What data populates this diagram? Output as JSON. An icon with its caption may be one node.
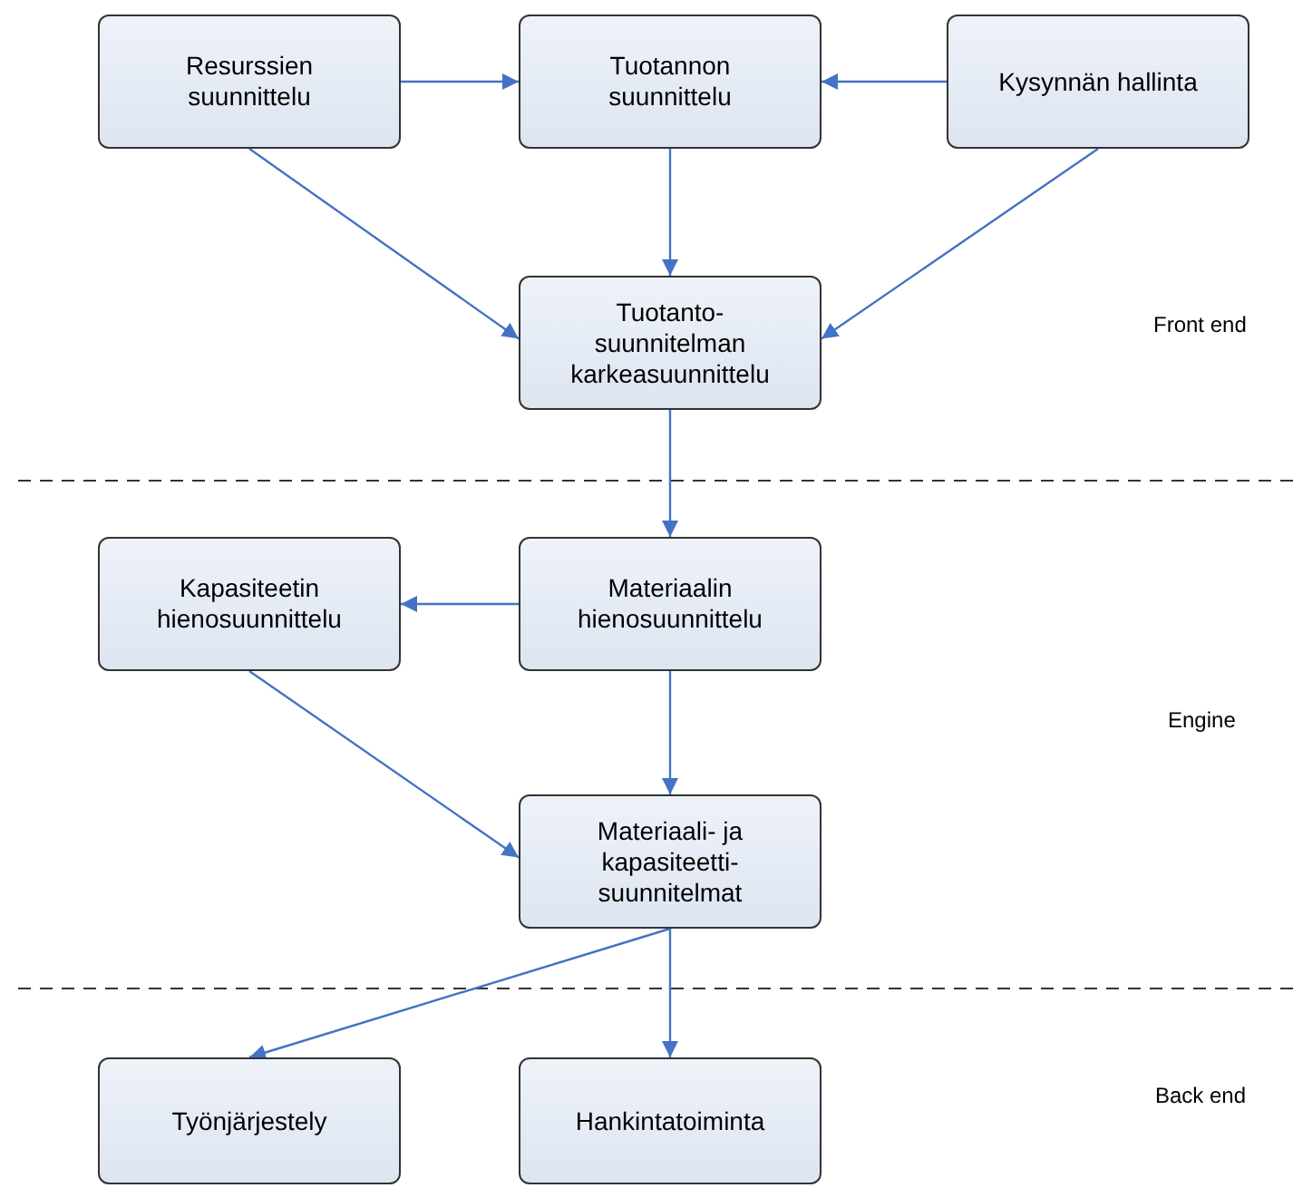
{
  "diagram": {
    "nodes": [
      {
        "text": [
          "Resurssien suunnittelu"
        ]
      },
      {
        "text": [
          "Tuotannon suunnittelu"
        ]
      },
      {
        "text": [
          "Kysynnän hallinta"
        ]
      },
      {
        "text": [
          "Tuotanto- suunnitelman karkeasuunnittelu"
        ]
      },
      {
        "text": [
          "Kapasiteetin hienosuunnittelu"
        ]
      },
      {
        "text": [
          "Materiaalin hienosuunnittelu"
        ]
      },
      {
        "text": [
          "Materiaali- ja kapasiteetti- suunnitelmat"
        ]
      },
      {
        "text": [
          "Työnjärjestely"
        ]
      },
      {
        "text": [
          "Hankintatoiminta"
        ]
      }
    ],
    "edges": [
      {
        "from": 0,
        "to": 1,
        "arrow": "to"
      },
      {
        "from": 2,
        "to": 1,
        "arrow": "to"
      },
      {
        "from": 0,
        "to": 3,
        "arrow": "to"
      },
      {
        "from": 1,
        "to": 3,
        "arrow": "to"
      },
      {
        "from": 2,
        "to": 3,
        "arrow": "to"
      },
      {
        "from": 3,
        "to": 5,
        "arrow": "to"
      },
      {
        "from": 5,
        "to": 4,
        "arrow": "to"
      },
      {
        "from": 4,
        "to": 6,
        "arrow": "to"
      },
      {
        "from": 5,
        "to": 6,
        "arrow": "to"
      },
      {
        "from": 6,
        "to": 7,
        "arrow": "to"
      },
      {
        "from": 6,
        "to": 8,
        "arrow": "to"
      }
    ],
    "labels": [
      "Front end",
      "Engine",
      "Back end"
    ]
  }
}
